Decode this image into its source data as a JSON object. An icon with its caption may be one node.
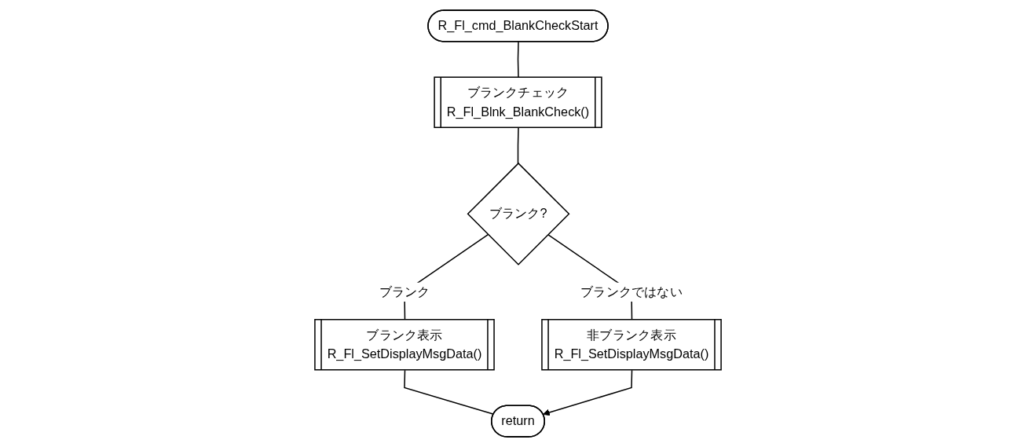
{
  "diagram": {
    "nodes": [
      {
        "text": [
          "R_Fl_cmd_BlankCheckStart"
        ]
      },
      {
        "text": [
          "ブランクチェック",
          "R_Fl_Blnk_BlankCheck()"
        ]
      },
      {
        "text": [
          "ブランク?"
        ]
      },
      {
        "text": [
          "ブランク表示",
          "R_Fl_SetDisplayMsgData()"
        ]
      },
      {
        "text": [
          "非ブランク表示",
          "R_Fl_SetDisplayMsgData()"
        ]
      },
      {
        "text": [
          "return"
        ]
      }
    ],
    "edges": [
      {
        "from": 0,
        "to": 1,
        "arrow": "none"
      },
      {
        "from": 1,
        "to": 2,
        "arrow": "none"
      },
      {
        "from": 2,
        "to": 3,
        "label": "ブランク",
        "arrow": "none"
      },
      {
        "from": 2,
        "to": 4,
        "label": "ブランクではない",
        "arrow": "none"
      },
      {
        "from": 3,
        "to": 5,
        "arrow": "none"
      },
      {
        "from": 4,
        "to": 5,
        "arrow": "to"
      }
    ]
  }
}
